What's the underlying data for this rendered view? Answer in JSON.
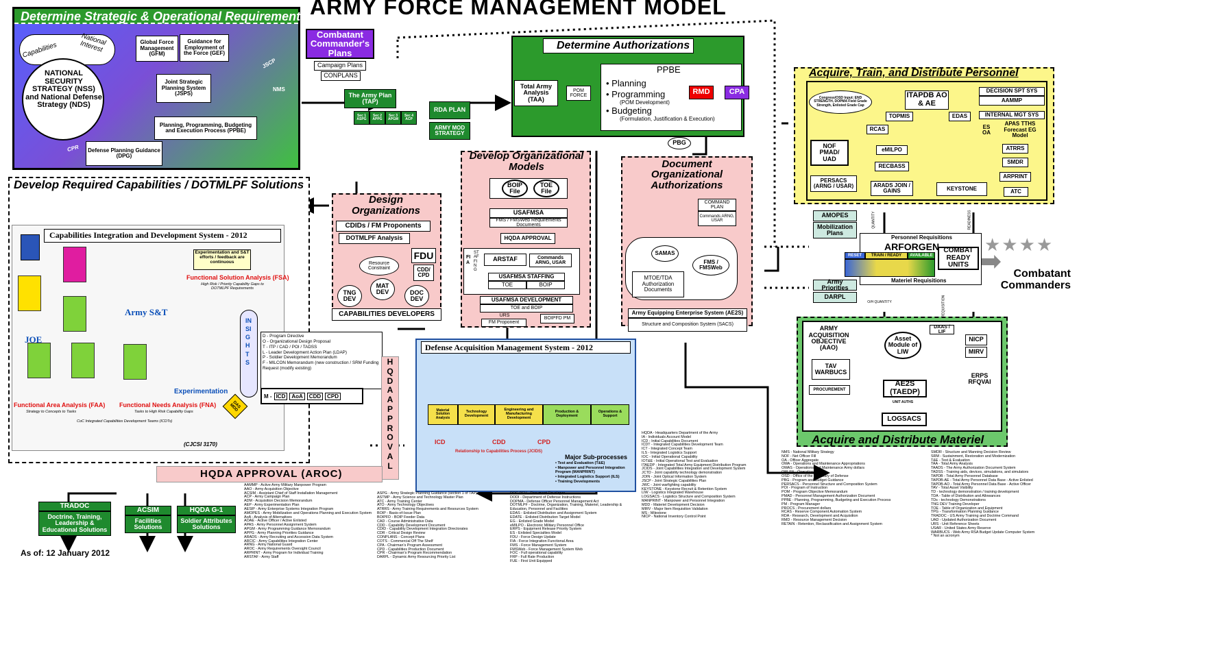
{
  "title": "ARMY FORCE MANAGEMENT MODEL",
  "as_of": "As of: 12 January 2012",
  "strategic": {
    "title": "Determine Strategic & Operational Requirements",
    "capabilities": "Capabilities",
    "national_interest": "National Interest",
    "nss": "NATIONAL SECURITY STRATEGY (NSS) and National Defense Strategy (NDS)",
    "gfm": "Global Force Management (GFM)",
    "gef": "Guidance for Employment of the Force (GEF)",
    "jsps": "Joint Strategic Planning System (JSPS)",
    "ppbe": "Planning, Programming, Budgeting and Execution Process (PPBE)",
    "dpg": "Defense Planning Guidance (DPG)",
    "jscp": "JSCP",
    "nms": "NMS",
    "cpr": "CPR"
  },
  "combatant": {
    "plans": "Combatant Commander's Plans",
    "campaign": "Campaign Plans",
    "conplans": "CONPLANS"
  },
  "tap": {
    "label": "The Army Plan (TAP)",
    "sections": [
      "Sec 1 ASPG",
      "Sec 2 APPG",
      "Sec 3 APGM",
      "Sec 4 ACP"
    ]
  },
  "rda_plan": "RDA PLAN",
  "army_mod": "ARMY MOD STRATEGY",
  "authorizations": {
    "title": "Determine Authorizations",
    "taa": "Total Army Analysis (TAA)",
    "pom_force": "POM FORCE",
    "ppbe": "PPBE",
    "planning": "• Planning",
    "programming": "• Programming",
    "pom_dev": "(POM Development)",
    "budgeting": "• Budgeting",
    "formulation": "(Formulation, Justification & Execution)",
    "rmd": "RMD",
    "cpa": "CPA",
    "pbg": "PBG"
  },
  "personnel": {
    "title": "Acquire, Train, and Distribute Personnel",
    "congress": "Congress/OSD Input: END STRENGTH, DOPMA Field Grade Strength, Enlisted Grade Cap",
    "itapdb": "ITAPDB AO & AE",
    "decision_spt": "DECISION SPT SYS",
    "aammp": "AAMMP",
    "internal_mgt": "INTERNAL MGT SYS",
    "es_oa": "ES OA",
    "apas": "APAS TTHS Forecast EG Model",
    "topmis": "TOPMIS",
    "edas": "EDAS",
    "rcas": "RCAS",
    "nof": "NOF PMAD/ UAD",
    "emilpo": "eMILPO",
    "recbass": "RECBASS",
    "atrrs": "ATRRS",
    "smdr": "SMDR",
    "arprint": "ARPRINT",
    "persacs": "PERSACS (ARNG / USAR)",
    "arads": "ARADS JOIN / GAINS",
    "keystone": "KEYSTONE",
    "atc": "ATC",
    "quantity": "QUANTITY",
    "readiness": "READINESS"
  },
  "doctrine": {
    "title": "Develop Required Capabilities / DOTMLPF Solutions",
    "cids_title": "Capabilities Integration and Development System - 2012",
    "army_st": "Army S&T",
    "joe": "JOE",
    "experimentation": "Experimentation",
    "insights": "INSIGHTS",
    "exp_feedback": "Experimentation and S&T efforts / feedback are continuous",
    "fsa": "Functional Solution Analysis (FSA)",
    "fsa_sub": "High Risk / Priority Capability Gaps to DOTMLPF Requirements",
    "faa": "Functional Area Analysis (FAA)",
    "faa_sub": "Strategy to Concepts to Tasks",
    "fna": "Functional Needs Analysis (FNA)",
    "fna_sub": "Tasks to High Risk Capability Gaps",
    "coic": "CoC Integrated Capabilities Development Teams (ICDTs)",
    "cjcsi": "(CJCSI 3170)",
    "das_mdd": "DAS MDD",
    "dotmlpf": [
      "D - Program Directive",
      "O - Organizational Design Proposal",
      "T - ITP / CAD / POI / TADSS",
      "L - Leader Development Action Plan (LDAP)",
      "P - Soldier Development Memorandum",
      "F - MILCON Memorandum (new construction / SRM Funding Request (modify existing)"
    ],
    "m_items": [
      "M -",
      "ICD",
      "AoA",
      "CDD",
      "CPD"
    ]
  },
  "design": {
    "title": "Design Organizations",
    "cdids": "CDIDs / FM Proponents",
    "dotmlpf_analysis": "DOTMLPF Analysis",
    "resource": "Resource Constraint",
    "tng": "TNG DEV",
    "mat": "MAT DEV",
    "doc": "DOC DEV",
    "fdu": "FDU",
    "cdd_cpd": "CDD/ CPD",
    "cap_dev": "CAPABILITIES DEVELOPERS"
  },
  "org_models": {
    "title": "Develop Organizational Models",
    "boip": "BOIP File",
    "toe": "TOE File",
    "usafmsa": "USAFMSA",
    "fms": "FMS / FMSWeb Requirements Documents",
    "hqda_approval": "HQDA APPROVAL",
    "arstaf": "ARSTAF",
    "commands": "Commands ARNG, USAR",
    "staffing_label": "STAFFING",
    "fia": "FIA",
    "usafmsa_staffing": "USAFMSA STAFFING",
    "toe2": "TOE",
    "boip2": "BOIP",
    "usafmsa_dev": "USAFMSA DEVELOPMENT",
    "toe_boip": "TOE and BOIP",
    "urs": "URS",
    "fm_proponent": "FM Proponent",
    "boipfd": "BOIPFD PM"
  },
  "document": {
    "title": "Document Organizational Authorizations",
    "command_plan": "COMMAND PLAN",
    "commands_sub": "Commands ARNG, USAR",
    "samas": "SAMAS",
    "fms_web": "FMS / FMSWeb",
    "mtoe": "MTOE/TDA Authorization Documents",
    "ae2s": "Army Equipping Enterprise System (AE2S)",
    "sacs": "Structure and Composition System (SACS)"
  },
  "amopes": "AMOPES",
  "mob_plans": "Mobilization Plans",
  "army_priorities": "Army Priorities",
  "darpl": "DARPL",
  "arforgen": {
    "personnel_req": "Personnel Requisitions",
    "title": "ARFORGEN",
    "reset": "RESET",
    "train": "TRAIN / READY",
    "available": "AVAILABLE",
    "materiel_req": "Materiel Requisitions",
    "combat_ready": "COMBAT READY UNITS",
    "combatant": "Combatant Commanders"
  },
  "materiel": {
    "title": "Acquire and Distribute Materiel",
    "aao": "ARMY ACQUISITION OBJECTIVE (AAO)",
    "asset_module": "Asset Module of LIW",
    "daas": "DAAS / LIF",
    "nicp": "NICP",
    "mirv": "MIRV",
    "tav": "TAV WARBUCS",
    "procurement": "PROCUREMENT",
    "ae2s": "AE2S (TAEDP)",
    "erps": "ERPS RFQVAI",
    "logsacs": "LOGSACS",
    "oh_qty": "O/H QUANTITY",
    "requisition": "REQUISITION",
    "unit_auths": "UNIT AUTHS"
  },
  "acquisition": {
    "title": "Defense Acquisition Management System - 2012",
    "phases": [
      "Material Solution Analysis",
      "Technology Development",
      "Engineering and Manufacturing Development",
      "Production & Deployment",
      "Operations & Support"
    ],
    "icd": "ICD",
    "cdd": "CDD",
    "cpd": "CPD",
    "jcids": "Relationship to Capabilities Process (JCIDS)",
    "major_sub": "Major Sub-processes",
    "subs": [
      "• Test and Evaluation (T&E)",
      "• Manpower and Personnel Integration Program (MANPRINT)",
      "• Integrated Logistics Support (ILS)",
      "• Training Developments"
    ]
  },
  "hqda_vertical": "HQDA APPROVAL",
  "hqda_aroc": "HQDA APPROVAL (AROC)",
  "bottom_boxes": {
    "tradoc": "TRADOC",
    "tradoc_sub": "Doctrine, Training, Leadership & Educational Solutions",
    "acsim": "ACSIM",
    "acsim_sub": "Facilities Solutions",
    "g1": "HQDA G-1",
    "g1_sub": "Soldier Attributes Solutions"
  },
  "legend": [
    "AAMMP - Active Army Military Manpower Program\nAAO - Army Acquisition Objective\nACSIM - Assistant Chief of Staff Installation Management\nACP - Army Campaign Plan\nADM - Acquisition Decision Memorandum\nAEP - Army Experimentation Plan\nAESIP - Army Enterprise Systems Integration Program\nAMOPES - Army Mobilization and Operations Planning and Execution System\nAoA - Analysis of Alternatives\nAOAE - Active Officer / Active Enlisted\nAPAS - Army Personnel Assignment System\nAPGM - Army Programming Guidance Memorandum\nAPPG - Army Planning Priorities Guidance\nARADS - Army Recruiting and Accession Data System\nARCIC - Army Capabilities Integration Center\nARNG - Army National Guard\nAROC - Army Requirements Oversight Council\nARPRINT - Army Program for Individual Training\nARSTAF - Army Staff",
    "ASPG - Army Strategic Planning Guidance (section 1 of TAP)\nASTMP - Army Science and Technology Master Plan\nATC - Army Training Center\nATO - Army Technology Objectives\nATRRS - Army Training Requirements and Resources System\nBOIP - Basis-of-Issue Plan\nBOIPFD - BOIP Feeder Data\nCAD - Course Administrative Data\nCDD - Capability Development Document\nCDID - Capability Development Integration Directorates\nCDR - Critical Design Review\nCONPLANS - Concept Plans\nCOTS - Commercial Off The Shelf\nCPA - Chairman's Program Assessment\nCPD - Capabilities Production Document\nCPR - Chairman's Program Recommendation\nDARPL - Dynamic Army Resourcing Priority List",
    "DOC DEV - Document Developer\nDODI - Department of Defense Instructions\nDOPMA - Defense Officer Personnel Management Act\nDOTMLPF - Doctrine, Organization, Training, Materiel, Leadership & Education, Personnel and Facilities\nEDAS - Enlisted Distribution and Assignment System\nEDATE - Enlisted Distribution Target Model\nEG - Enlisted Grade Model\neMILPO - Electronic Military Personnel Office\nERPS - Equipment Release Priority System\nES - Enlisted Specialties Model\nFDU - Force Design Update\nFIA - Force Integration Functional Area\nFMS - Force Management System\nFMSWeb - Force Management System Web\nFOC - Full operational capability\nFRP - Full Rate Production\nFUE - First Unit Equipped",
    "HQDA - Headquarters Department of the Army\nIA - Individuals Account Model\nICD - Initial Capabilities Document\nICDT - Integrated Capabilities Development Team\nICT - Integrated Concept Team\nILS - Integrated Logistics Support\nIOC - Initial Operational Capability\nIOT&E - Initial Operational Test and Evaluation\nITAEDP - Integrated Total Army Equipment Distribution Program\nJCIDS - Joint Capabilities Integration and Development System\nJCTD - Joint capability technology demonstration\nJOIN - Joint Optical Information System\nJSCP - Joint Strategic Capabilities Plan\nJWC - Joint warfighting capability\nKEYSTONE - Keystone Recruit & Retention System\nLIW - Logistics Integrated Warehouse\nLOGSACS - Logistics Structure and Composition System\nMANPRINT - Manpower and Personnel Integration\nMDD - Materiel Development Decision\nMIRV - Major Item Requisition Validation\nMS - Milestone\nNICP - National Inventory Control Point",
    "NMS - National Military Strategy\nNOF - Net Officer Fill\nOA - Officer Aggregate\nOMA - Operations and Maintenance Appropriations\nOMAS - Operations and Maintenance Army dollars\nOPLAN - Operation Plan\nOSD - Office of the Secretary of Defense\nPBG - Program and Budget Guidance\nPERSACS - Personnel Structure and Composition System\nPOI - Program of Instruction\nPOM - Program Objective Memorandum\nPMAD - Personnel Management Authorization Document\nPPBE - Planning, Programming, Budgeting and Execution Process\nPM - Program Manager\nPROCS - Procurement dollars\nRCAS - Reserve Component Automation System\nRDA - Research, Development and Acquisition\nRMD - Resource Management Decision\nRETAIN - Retention, Reclassification and Assignment System",
    "SMDR - Structure and Manning Decision Review\nSRM - Sustainment, Restoration and Modernization\nT&E - Test & Evaluation\nTAA - Total Army Analysis\nTAADS - The Army Authorization Document System\nTADSS - Training aids, devices, simulations, and simulators\nTAPDB - Total Army Personnel Database\nTAPDB-AE - Total Army Personnel Data Base - Active Enlisted\nTAPDB-AO - Total Army Personnel Data Base - Active Officer\nTAV - Total Asset Visibility\nTD - technology demonstration / training development\nTDA - Table of Distribution and Allowances\nTDs - technology Demonstrations\nTNG DEV Training Developer\nTOE - Table of Organization and Equipment\nTPG - Transformation Planning Guidance\nTRADOC - US Army Training and Doctrine Command\nUAD - Updated Authorization Document\nURS - Unit Reference Sheets\nUSAR - United States Army Reserve\nWARBUCS - Web Army RSA Budget Update Computer System\n* Not an acronym"
  ]
}
